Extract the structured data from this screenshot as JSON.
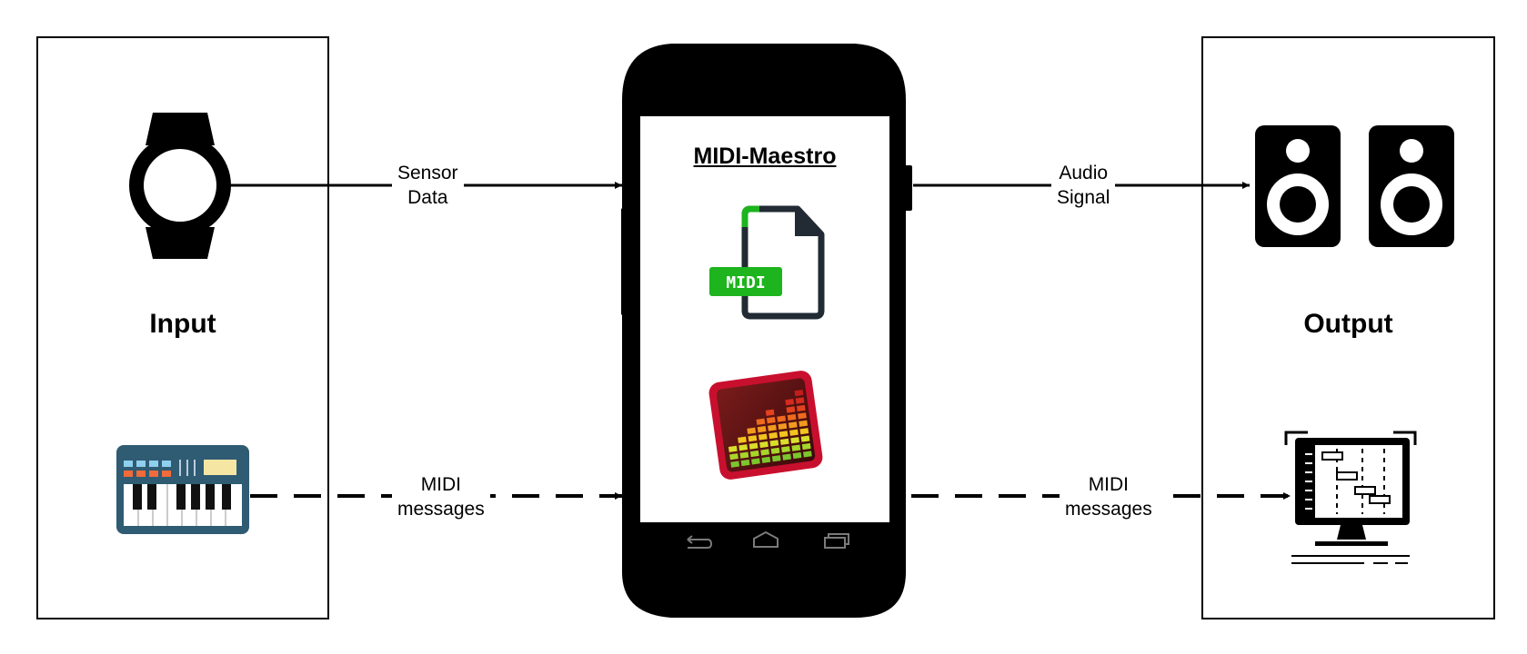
{
  "input_panel": {
    "title": "Input"
  },
  "output_panel": {
    "title": "Output"
  },
  "app": {
    "title": "MIDI-Maestro",
    "file_badge": "MIDI"
  },
  "connections": {
    "sensor": {
      "line1": "Sensor",
      "line2": "Data"
    },
    "midi_in": {
      "line1": "MIDI",
      "line2": "messages"
    },
    "audio": {
      "line1": "Audio",
      "line2": "Signal"
    },
    "midi_out": {
      "line1": "MIDI",
      "line2": "messages"
    }
  },
  "icons": {
    "input": [
      "smartwatch-icon",
      "midi-keyboard-icon"
    ],
    "phone": [
      "midi-file-icon",
      "equalizer-app-icon"
    ],
    "output": [
      "speakers-icon",
      "sequencer-monitor-icon"
    ]
  },
  "colors": {
    "midi_badge": "#1db41d",
    "eq_frame": "#c8102e"
  }
}
